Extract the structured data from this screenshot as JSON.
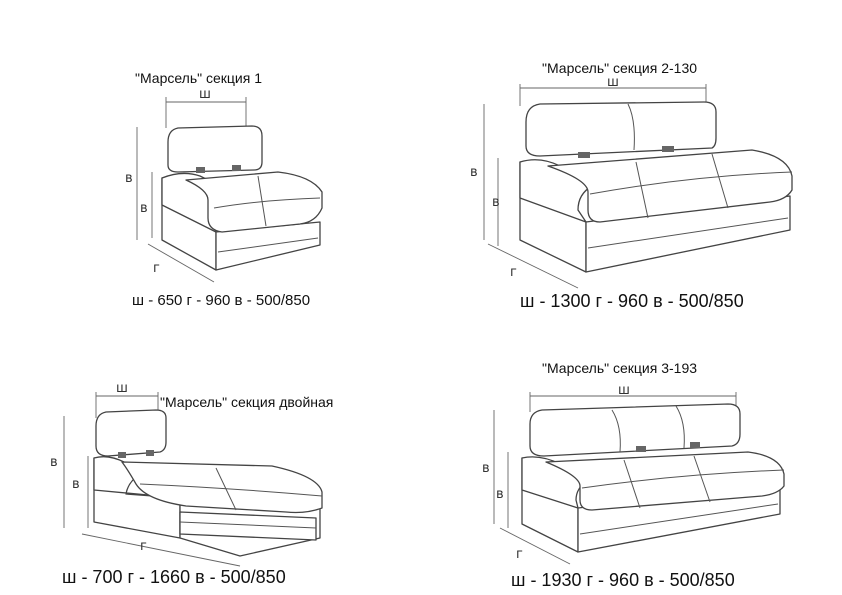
{
  "sections": [
    {
      "title": "\"Марсель\" секция 1",
      "dims": "ш - 650 г - 960 в - 500/850",
      "labels": {
        "w": "ш",
        "d": "г",
        "h1": "в",
        "h2": "в"
      }
    },
    {
      "title": "\"Марсель\" секция 2-130",
      "dims": "ш - 1300 г - 960 в - 500/850",
      "labels": {
        "w": "ш",
        "d": "г",
        "h1": "в",
        "h2": "в"
      }
    },
    {
      "title": "\"Марсель\" секция двойная",
      "dims": "ш - 700 г - 1660 в - 500/850",
      "labels": {
        "w": "ш",
        "d": "г",
        "h1": "в",
        "h2": "в"
      }
    },
    {
      "title": "\"Марсель\" секция 3-193",
      "dims": "ш - 1930 г - 960 в - 500/850",
      "labels": {
        "w": "ш",
        "d": "г",
        "h1": "в",
        "h2": "в"
      }
    }
  ]
}
